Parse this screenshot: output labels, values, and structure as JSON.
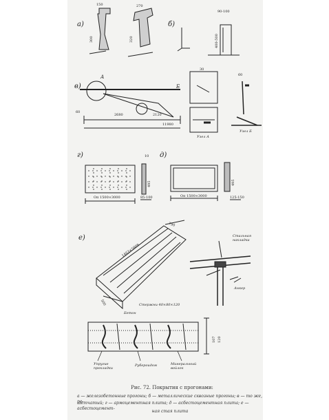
{
  "labels": {
    "a": "а)",
    "b": "б)",
    "v": "в)",
    "g": "г)",
    "d": "д)",
    "e": "е)",
    "point_A": "А",
    "point_B": "Б"
  },
  "dims": {
    "a_150": "150",
    "a_270": "270",
    "a_300": "300",
    "a_320": "320",
    "b_90_100": "90-100",
    "b_400_500": "400-500",
    "v_60_left": "60",
    "v_2680": "2680",
    "v_2120": "2120",
    "v_11980": "11980",
    "v_30": "30",
    "v_60": "60",
    "g_10": "10",
    "g_495": "495",
    "g_1500x3000": "Оп 1500×3000",
    "g_85_100": "85-100",
    "d_495": "495",
    "d_1500x3000": "Оп 1500×3000",
    "d_125_150": "125-150",
    "e_790": "790",
    "e_1463_5808": "1463×5808",
    "e_500": "500",
    "e_107": "107",
    "e_120": "120"
  },
  "callouts": {
    "uzel_A": "Узел А",
    "uzel_B": "Узел Б",
    "steel_pad": "Стальная накладка",
    "anchor": "Анкер",
    "concrete": "Бетон",
    "bar_stock": "Стержни 40×80×120",
    "upper_ruberoid": "Упругие прокладки",
    "ruberoid": "Рубероидом",
    "mineral_wool": "Минеральный войлок"
  },
  "caption": {
    "title": "Рис. 72. Покрытия с прогонами:",
    "line1": "а — железобетонные прогоны; б — металлические сквозные прогоны; в — то же, ре-",
    "line2": "шетчатый; г — армоцементная плита; д — асбестоцементная плита; е — асбестоцемент-",
    "line3": "ная стая плита"
  }
}
